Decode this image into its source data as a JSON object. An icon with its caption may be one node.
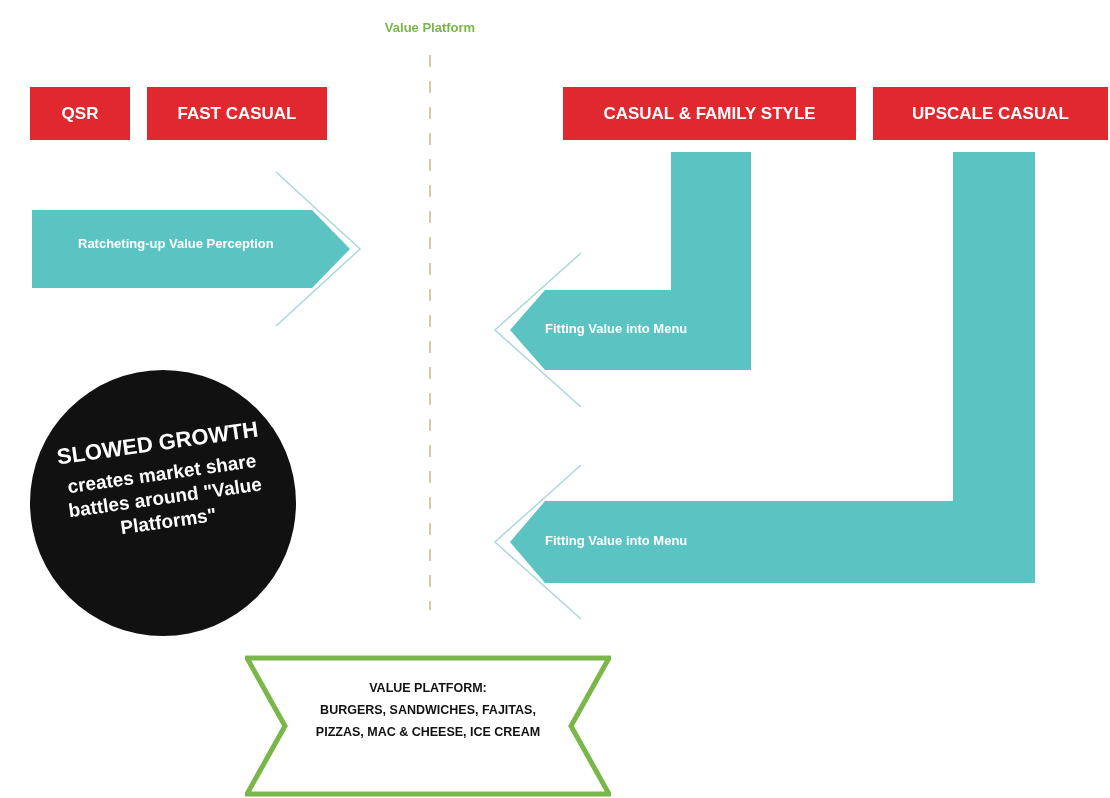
{
  "diagram": {
    "nodes": [
      {
        "text": [
          "QSR"
        ]
      },
      {
        "text": [
          "FAST CASUAL"
        ]
      },
      {
        "text": [
          "CASUAL & FAMILY STYLE"
        ]
      },
      {
        "text": [
          "UPSCALE CASUAL"
        ]
      },
      {
        "text": [
          "Ratcheting-up Value Perception"
        ]
      },
      {
        "text": [
          "Fitting Value into Menu"
        ]
      },
      {
        "text": [
          "Fitting Value into Menu"
        ]
      },
      {
        "text": [
          "SLOWED GROWTH",
          "creates market share battles around \"Value Platforms\""
        ]
      },
      {
        "text": [
          "VALUE PLATFORM:",
          "BURGERS, SANDWICHES, FAJITAS, PIZZAS, MAC & CHEESE, ICE CREAM"
        ]
      }
    ],
    "labels": [
      "Value Platform"
    ]
  }
}
